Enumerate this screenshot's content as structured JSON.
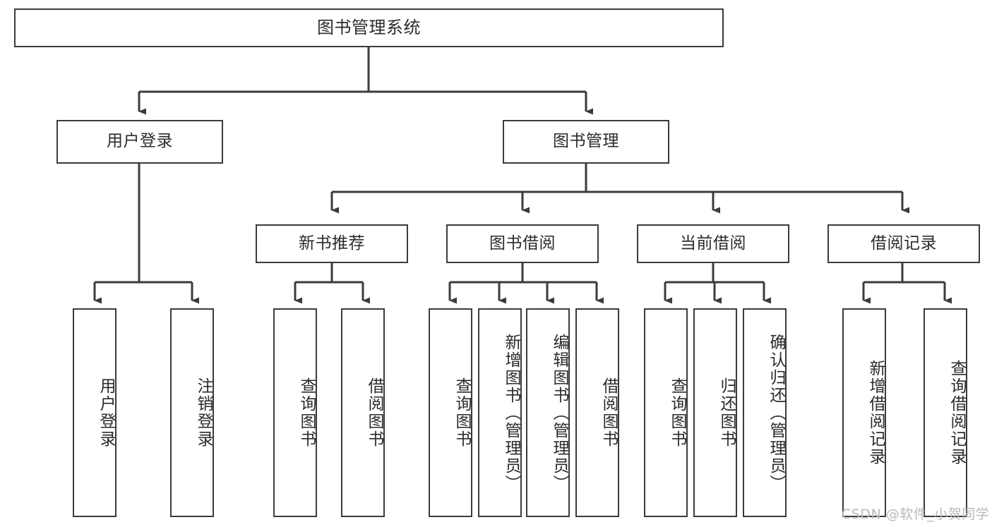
{
  "diagram": {
    "type": "tree-hierarchy",
    "title": "图书管理系统",
    "orientation": "top-down",
    "colors": {
      "box_border": "#3b3b3b",
      "box_fill": "#ffffff",
      "connector": "#3b3b3b",
      "text": "#2b2b2b",
      "watermark": "#b9b9b9"
    },
    "root": {
      "label": "图书管理系统"
    },
    "level2": [
      {
        "id": "user-login",
        "label": "用户登录"
      },
      {
        "id": "book-management",
        "label": "图书管理"
      }
    ],
    "level3": [
      {
        "id": "new-book-recommend",
        "label": "新书推荐"
      },
      {
        "id": "book-borrow",
        "label": "图书借阅"
      },
      {
        "id": "current-borrow",
        "label": "当前借阅"
      },
      {
        "id": "borrow-record",
        "label": "借阅记录"
      }
    ],
    "leaves": {
      "user-login": [
        {
          "id": "leaf-user-login",
          "label": "用户登录"
        },
        {
          "id": "leaf-logout-login",
          "label": "注销登录"
        }
      ],
      "new-book-recommend": [
        {
          "id": "leaf-query-book-1",
          "label": "查询图书"
        },
        {
          "id": "leaf-borrow-book-1",
          "label": "借阅图书"
        }
      ],
      "book-borrow": [
        {
          "id": "leaf-query-book-2",
          "label": "查询图书"
        },
        {
          "id": "leaf-add-book",
          "label": "新增图书（管理员）"
        },
        {
          "id": "leaf-edit-book",
          "label": "编辑图书（管理员）"
        },
        {
          "id": "leaf-borrow-book-2",
          "label": "借阅图书"
        }
      ],
      "current-borrow": [
        {
          "id": "leaf-query-book-3",
          "label": "查询图书"
        },
        {
          "id": "leaf-return-book",
          "label": "归还图书"
        },
        {
          "id": "leaf-confirm-return",
          "label": "确认归还（管理员）"
        }
      ],
      "borrow-record": [
        {
          "id": "leaf-add-record",
          "label": "新增借阅记录"
        },
        {
          "id": "leaf-query-record",
          "label": "查询借阅记录"
        }
      ]
    }
  },
  "watermark": {
    "text": "CSDN @软件_小贺同学"
  }
}
